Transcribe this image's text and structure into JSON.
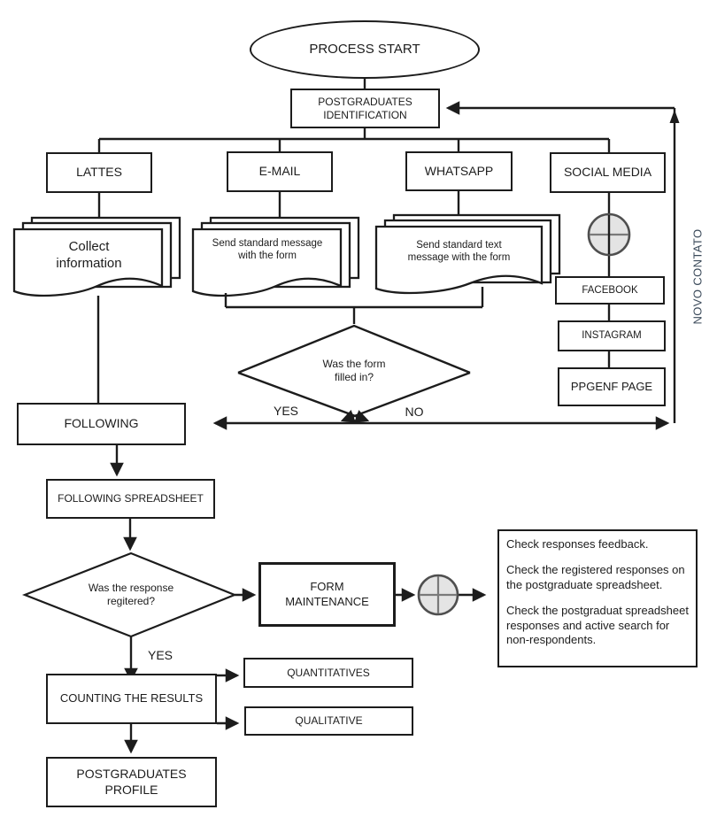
{
  "diagram": {
    "start": "PROCESS START",
    "identification": {
      "line1": "POSTGRADUATES",
      "line2": "IDENTIFICATION"
    },
    "channels": {
      "lattes": "LATTES",
      "email": "E-MAIL",
      "whatsapp": "WHATSAPP",
      "social": "SOCIAL MEDIA"
    },
    "documents": {
      "collect": {
        "line1": "Collect",
        "line2": "information"
      },
      "email_msg": {
        "line1": "Send standard message",
        "line2": "with the form"
      },
      "whatsapp_msg": {
        "line1": "Send standard text",
        "line2": "message with the form"
      }
    },
    "social_pages": {
      "facebook": "FACEBOOK",
      "instagram": "INSTAGRAM",
      "ppgenf": "PPGENF PAGE"
    },
    "novo_contato": "NOVO CONTATO",
    "decision1": {
      "line1": "Was the form",
      "line2": "filled in?",
      "yes": "YES",
      "no": "NO"
    },
    "following": "FOLLOWING",
    "following_spreadsheet": "FOLLOWING SPREADSHEET",
    "decision2": {
      "line1": "Was the response",
      "line2": "regitered?",
      "yes": "YES"
    },
    "form_maintenance": {
      "line1": "FORM",
      "line2": "MAINTENANCE"
    },
    "checklist": {
      "item1": "Check responses feedback.",
      "item2": "Check the registered responses on the postgraduate spreadsheet.",
      "item3": "Check the postgraduat spreadsheet responses and active search for non-respondents."
    },
    "counting": "COUNTING THE RESULTS",
    "quantitatives": "QUANTITATIVES",
    "qualitative": "QUALITATIVE",
    "profile": {
      "line1": "POSTGRADUATES",
      "line2": "PROFILE"
    }
  },
  "colors": {
    "line": "#1c1c1c",
    "junction_fill": "#e4e4e4",
    "junction_stroke": "#4f4f4f",
    "novo_contato_text": "#3b4a5a"
  }
}
